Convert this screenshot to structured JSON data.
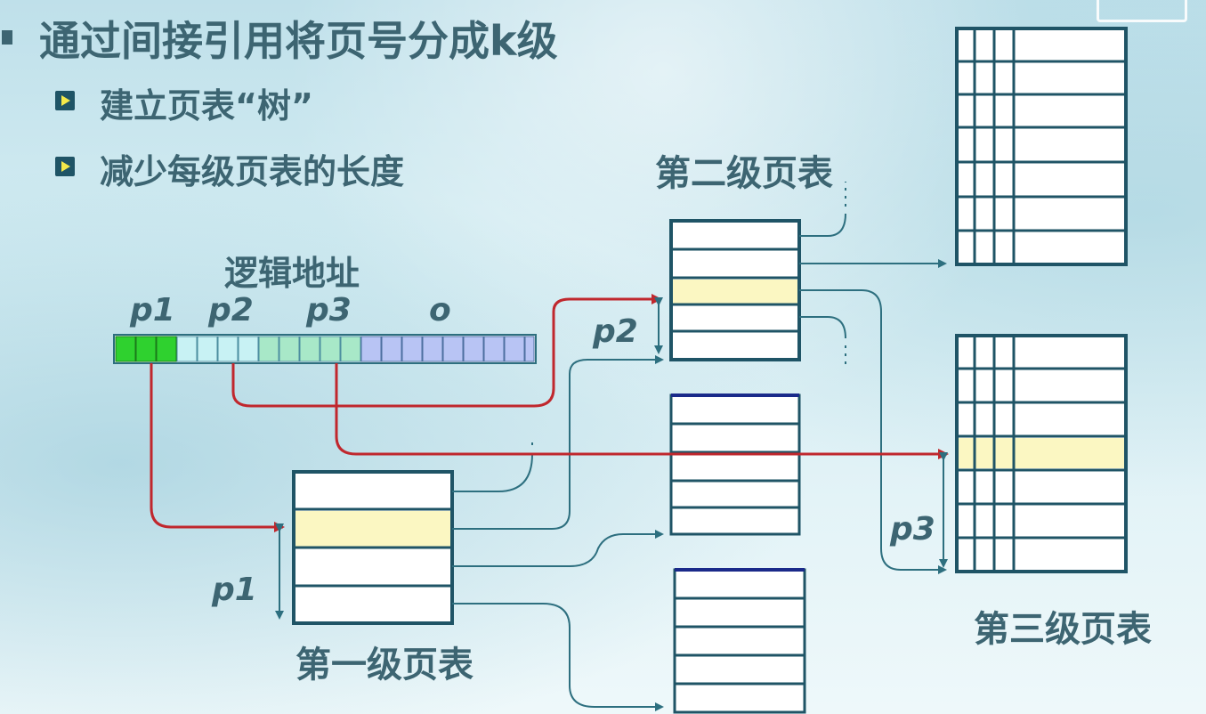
{
  "title": "通过间接引用将页号分成k级",
  "bullets": [
    "建立页表“树”",
    "减少每级页表的长度"
  ],
  "labels": {
    "logical_address": "逻辑地址",
    "level1_table": "第一级页表",
    "level2_table": "第二级页表",
    "level3_table": "第三级页表"
  },
  "address_fields": {
    "p1": "p1",
    "p2": "p2",
    "p3": "p3",
    "o": "o"
  },
  "index_labels": {
    "p1": "p1",
    "p2": "p2",
    "p3": "p3"
  },
  "colors": {
    "text": "#3d6572",
    "table_border": "#1f5466",
    "arrow_teal": "#2d6f7f",
    "arrow_red": "#c0272d",
    "highlight": "#fbf7c2",
    "bit_p1": "#2fd12f",
    "bit_p2": "#c8f2f4",
    "bit_p3": "#a8e8c8",
    "bit_o": "#b8c4f4"
  },
  "icons": [
    "bullet-square-icon",
    "bullet-arrow-icon",
    "logo-icon"
  ]
}
